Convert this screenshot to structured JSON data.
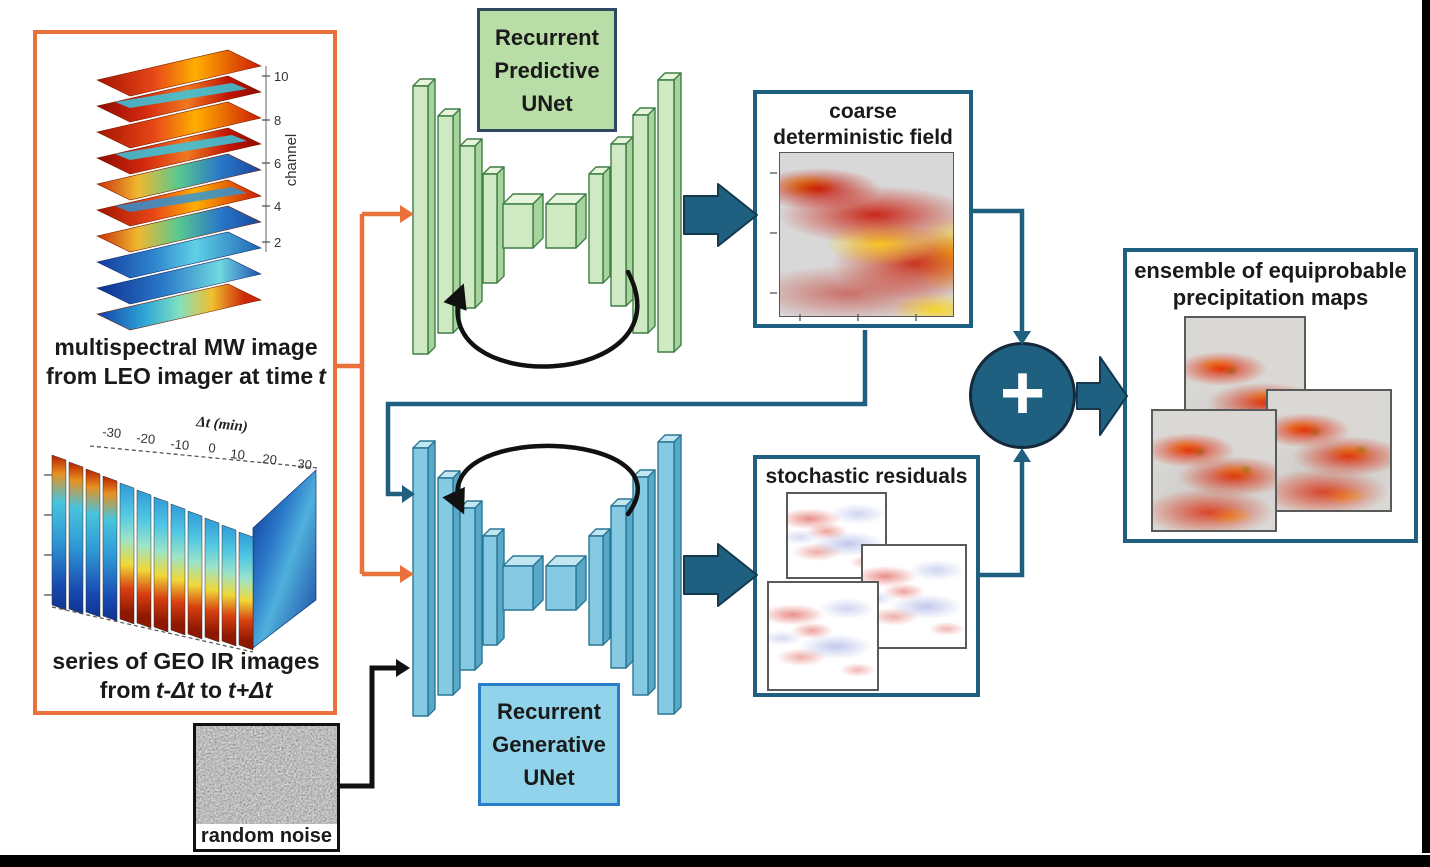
{
  "colors": {
    "orange": "#e8713c",
    "teal": "#1f6080",
    "green_box_fill": "#b9dda6",
    "green_box_border": "#2e4960",
    "green_bar_fill": "#cfeac2",
    "blue_box_fill": "#90d3ea",
    "blue_box_border": "#2a7dc8",
    "blue_bar_fill": "#85c9e2",
    "loop_black": "#111111"
  },
  "inputs": {
    "mw_caption": {
      "line1": "multispectral MW image",
      "line2_text": "from LEO imager at time",
      "line2_var": "t"
    },
    "mw_axis": {
      "label": "channel",
      "ticks": [
        "2",
        "4",
        "6",
        "8",
        "10"
      ]
    },
    "geo_caption": {
      "line1": "series of GEO IR images",
      "from": "from",
      "var1": "t-Δt",
      "to": "to",
      "var2": "t+Δt"
    },
    "geo_axis": {
      "label": "Δt (min)",
      "ticks": [
        "-30",
        "-20",
        "-10",
        "0",
        "10",
        "20",
        "30"
      ]
    }
  },
  "predictive_unet": {
    "line1": "Recurrent",
    "line2": "Predictive",
    "line3": "UNet"
  },
  "generative_unet": {
    "line1": "Recurrent",
    "line2": "Generative",
    "line3": "UNet"
  },
  "coarse_box": {
    "title_line1": "coarse",
    "title_line2": "deterministic field"
  },
  "residuals_box": {
    "title": "stochastic residuals"
  },
  "ensemble_box": {
    "title_line1": "ensemble of equiprobable",
    "title_line2": "precipitation maps"
  },
  "noise_box": {
    "label": "random noise"
  },
  "combine": {
    "plus": "+"
  }
}
